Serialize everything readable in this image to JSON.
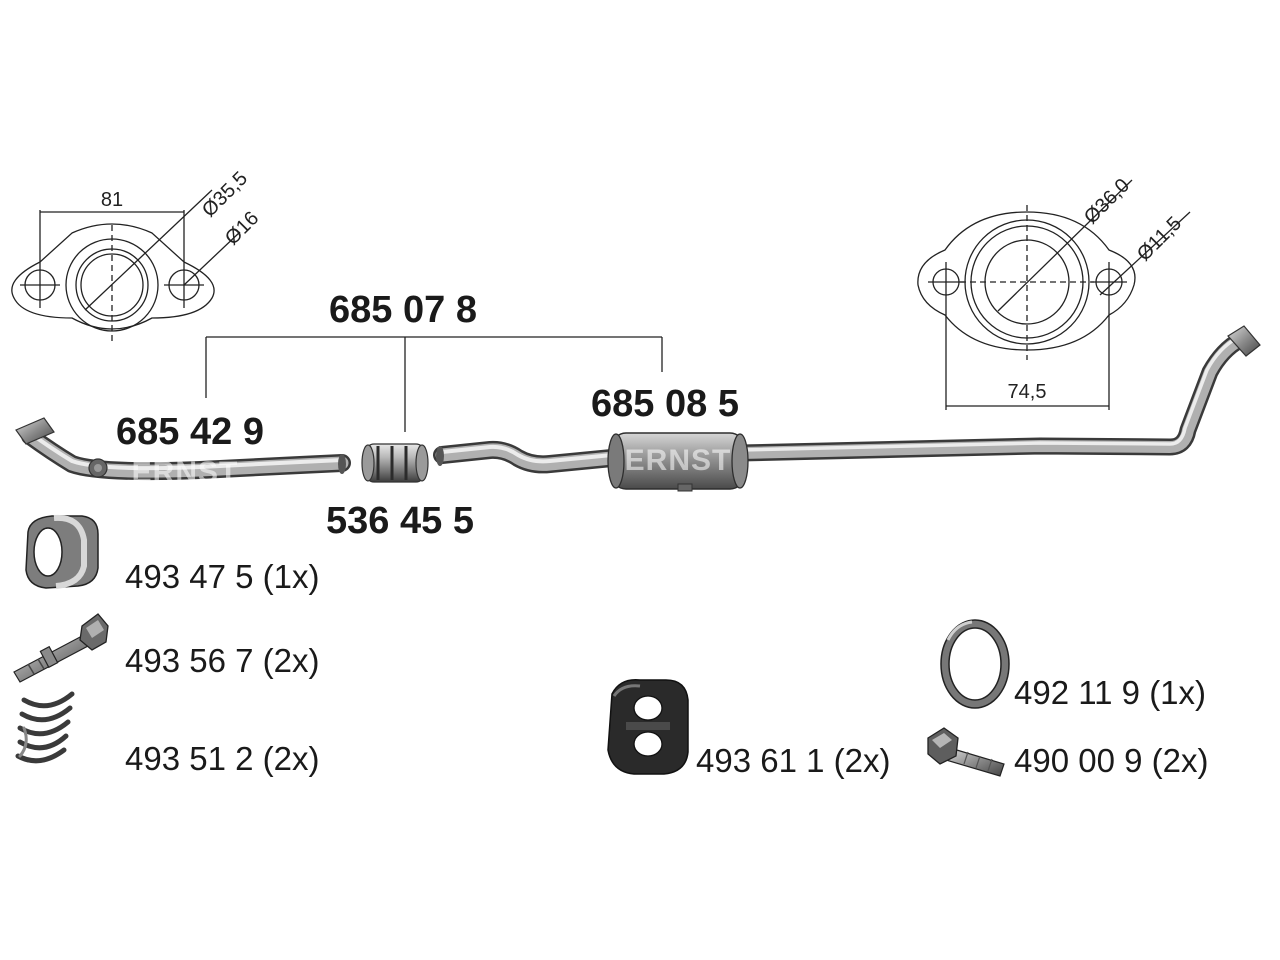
{
  "assembly": {
    "part_number": "685 07 8"
  },
  "parts": {
    "front_pipe": {
      "part_number": "685 42 9",
      "brand_mark": "ERNST"
    },
    "connector": {
      "part_number": "536 45 5"
    },
    "middle_silencer": {
      "part_number": "685 08 5",
      "brand_mark": "ERNST"
    }
  },
  "flange_front": {
    "width": "81",
    "bore_diameter": "Ø35,5",
    "hole_diameter": "Ø16"
  },
  "flange_rear": {
    "bore_diameter": "Ø36,0",
    "hole_diameter": "Ø11,5",
    "hole_spacing": "74,5"
  },
  "accessories": [
    {
      "part_number": "493 47 5",
      "quantity": "(1x)",
      "icon": "sealing-ring-icon"
    },
    {
      "part_number": "493 56 7",
      "quantity": "(2x)",
      "icon": "bolt-icon"
    },
    {
      "part_number": "493 51 2",
      "quantity": "(2x)",
      "icon": "spring-icon"
    },
    {
      "part_number": "493 61 1",
      "quantity": "(2x)",
      "icon": "rubber-mount-icon"
    },
    {
      "part_number": "492 11 9",
      "quantity": "(1x)",
      "icon": "gasket-ring-icon"
    },
    {
      "part_number": "490 00 9",
      "quantity": "(2x)",
      "icon": "screw-icon"
    }
  ]
}
